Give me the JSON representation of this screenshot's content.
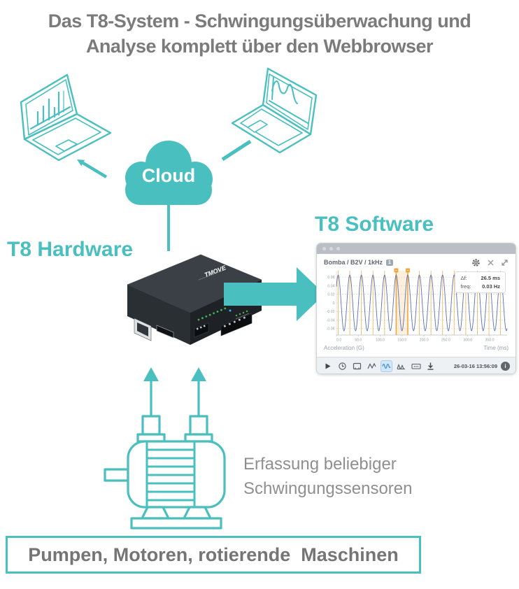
{
  "page": {
    "title_line1": "Das T8-System - Schwingungsüberwachung und",
    "title_line2": "Analyse komplett über den Webbrowser",
    "cloud_label": "Cloud",
    "hardware_label": "T8 Hardware",
    "software_label": "T8 Software",
    "device_logo": "TMOVE",
    "sensors_caption_line1": "Erfassung beliebiger",
    "sensors_caption_line2": "Schwingungssensoren",
    "machines_caption": "Pumpen, Motoren, rotierende  Maschinen"
  },
  "colors": {
    "teal": "#49BFBF",
    "title_gray": "#7B7B7B",
    "caption_gray": "#8F8F8F",
    "chart_blue": "#5B6FB5",
    "chart_orange": "#F0A63C",
    "toolbar_active_blue": "#3D8FD4"
  },
  "software_window": {
    "chart_header": {
      "title": "Bomba / B2V / 1kHz",
      "badge": "1"
    },
    "window_icons": [
      "gear-icon",
      "close-icon",
      "expand-icon"
    ],
    "tooltip": {
      "row1_label": "Δf:",
      "row1_value": "26.5 ms",
      "row2_label": "freq:",
      "row2_value": "0.03 Hz"
    },
    "toolbar": {
      "icons": [
        "play",
        "history",
        "fit",
        "zigzag",
        "waveform",
        "peaks",
        "more",
        "download"
      ],
      "active_icon": "waveform",
      "timestamp": "26-03-16 13:56:09",
      "info_icon": "i"
    }
  },
  "chart_data": {
    "type": "line",
    "title": "Bomba / B2V / 1kHz",
    "xlabel": "Time (ms)",
    "ylabel": "Acceleration (G)",
    "xlim": [
      0,
      390
    ],
    "ylim": [
      -0.075,
      0.075
    ],
    "x_ticks": [
      0,
      50,
      100,
      150,
      200,
      250,
      300,
      350
    ],
    "x_tick_labels": [
      "0.0",
      "50.0",
      "100.0",
      "150.0",
      "200.0",
      "250.0",
      "300.0",
      "350.0"
    ],
    "y_ticks": [
      0.06,
      0.04,
      0.02,
      0,
      -0.02,
      -0.04,
      -0.06
    ],
    "y_tick_labels": [
      "0.06",
      "0.04",
      "0.02",
      "0",
      "-0.02",
      "-0.04",
      "-0.06"
    ],
    "grid": "dashed-horizontal",
    "series": [
      {
        "name": "Acceleration (G)",
        "shape": "sine",
        "amplitude": 0.065,
        "period_ms": 26.5,
        "first_peak_ms": 4.0,
        "color": "#5B6FB5"
      }
    ],
    "peak_marker_lines_ms": [
      4,
      30.5,
      57,
      83.5,
      110,
      136.5,
      163,
      189.5,
      216,
      242.5,
      269,
      295.5,
      322,
      348.5,
      375
    ],
    "cursor_band_ms": [
      136.5,
      163
    ],
    "cursor_delta_ms": 26.5,
    "cursor_freq_label": "0.03 Hz"
  }
}
